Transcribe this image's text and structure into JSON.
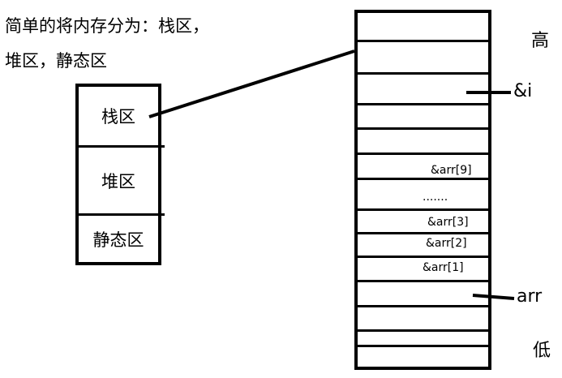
{
  "caption": {
    "line1": "简单的将内存分为：栈区，",
    "line2": "堆区，静态区"
  },
  "segments": {
    "stack": "栈区",
    "heap": "堆区",
    "static": "静态区"
  },
  "memory": {
    "high_label": "高",
    "low_label": "低",
    "i_pointer": "&i",
    "arr_pointer": "arr",
    "cells": {
      "arr9": "&arr[9]",
      "dots": ".......",
      "arr3": "&arr[3]",
      "arr2": "&arr[2]",
      "arr1": "&arr[1]"
    }
  }
}
